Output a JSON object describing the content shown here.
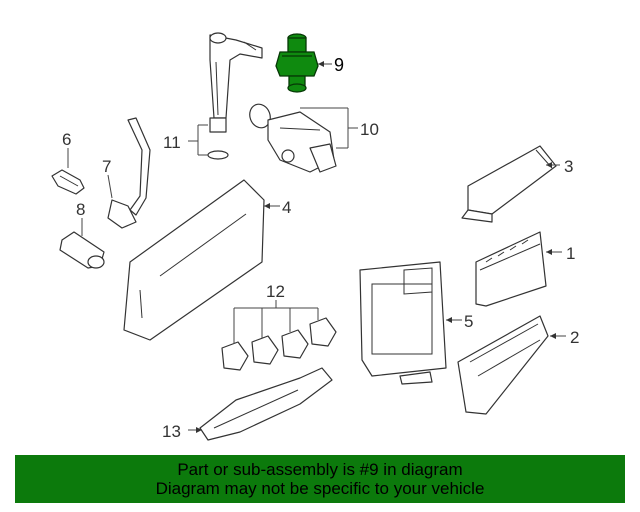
{
  "callouts": [
    {
      "id": "9",
      "label": "9"
    },
    {
      "id": "10",
      "label": "10"
    },
    {
      "id": "11",
      "label": "11"
    },
    {
      "id": "6",
      "label": "6"
    },
    {
      "id": "7",
      "label": "7"
    },
    {
      "id": "8",
      "label": "8"
    },
    {
      "id": "4",
      "label": "4"
    },
    {
      "id": "3",
      "label": "3"
    },
    {
      "id": "1",
      "label": "1"
    },
    {
      "id": "2",
      "label": "2"
    },
    {
      "id": "5",
      "label": "5"
    },
    {
      "id": "12",
      "label": "12"
    },
    {
      "id": "13",
      "label": "13"
    }
  ],
  "highlighted_part": "9",
  "colors": {
    "highlight_part": "#0f8a0f",
    "highlight_dark": "#063806",
    "banner": "#0c7a0c",
    "line": "#333333"
  },
  "banner": {
    "line1": "Part or sub-assembly is #9 in diagram",
    "line2": "Diagram may not be specific to your vehicle"
  }
}
